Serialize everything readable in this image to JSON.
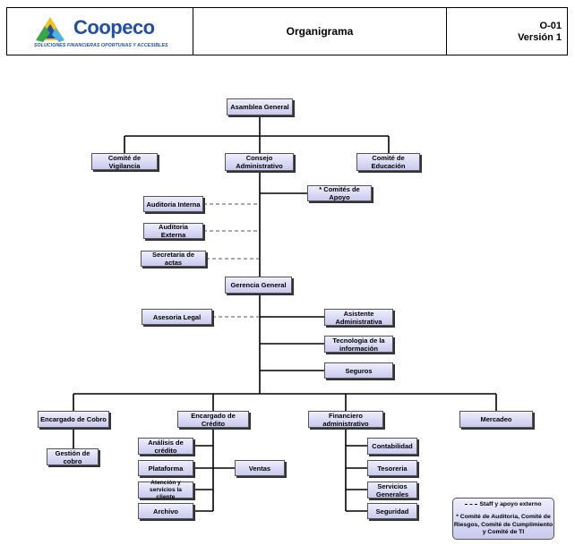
{
  "header": {
    "logo_name": "Coopeco",
    "logo_tagline": "SOLUCIONES FINANCIERAS OPORTUNAS Y ACCESIBLES",
    "title": "Organigrama",
    "code": "O-01",
    "version": "Versión 1"
  },
  "nodes": {
    "asamblea": "Asamblea General",
    "vigilancia": "Comité de Vigilancia",
    "consejo": "Consejo Administrativo",
    "educacion": "Comité de Educación",
    "comites_apoyo": "* Comités de Apoyo",
    "auditoria_interna": "Auditoria Interna",
    "auditoria_externa": "Auditoria Externa",
    "secretaria": "Secretaria de actas",
    "gerencia": "Gerencia General",
    "asesoria": "Asesoria Legal",
    "asistente": "Asistente Administrativa",
    "tecnologia": "Tecnologia de la información",
    "seguros": "Seguros",
    "cobro": "Encargado de Cobro",
    "credito": "Encargado de Crédito",
    "financiero": "Financiero administrativo",
    "mercadeo": "Mercadeo",
    "gestion_cobro": "Gestión de cobro",
    "analisis": "Análisis de crédito",
    "plataforma": "Plataforma",
    "ventas": "Ventas",
    "atencion": "Atención y servicios la cliente",
    "archivo": "Archivo",
    "contabilidad": "Contabilidad",
    "tesoreria": "Tesoreria",
    "servicios": "Servicios Generales",
    "seguridad": "Seguridad"
  },
  "legend": {
    "staff": "Staff y apoyo externo",
    "note": "* Comité de Auditoria, Comité de Riesgos, Comité de Cumplimiento y Comité de TI"
  }
}
